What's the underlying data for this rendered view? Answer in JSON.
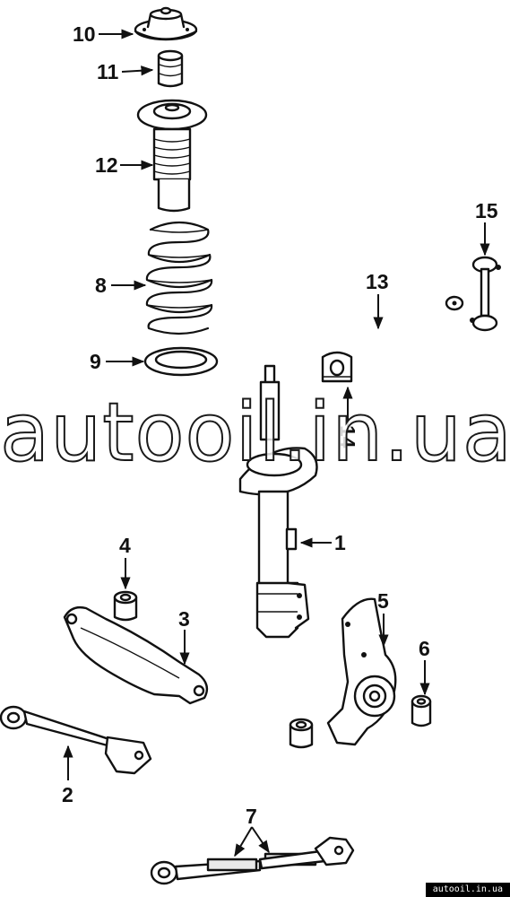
{
  "watermark": "autooil.in.ua",
  "footer_credit": "autooil.in.ua",
  "callouts": {
    "c1": "1",
    "c2": "2",
    "c3": "3",
    "c4": "4",
    "c5": "5",
    "c6": "6",
    "c7": "7",
    "c8": "8",
    "c9": "9",
    "c10": "10",
    "c11": "11",
    "c12": "12",
    "c13": "13",
    "c14": "14",
    "c15": "15"
  }
}
